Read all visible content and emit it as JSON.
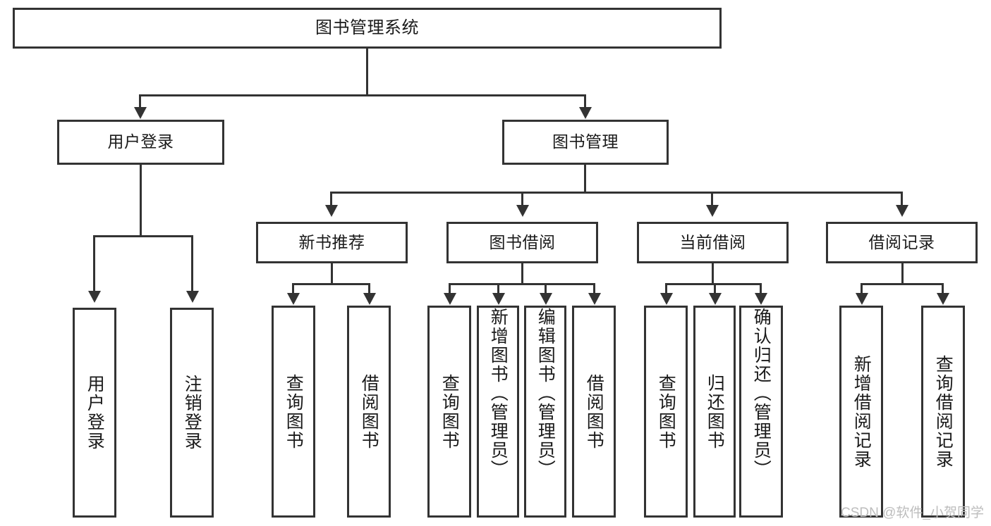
{
  "diagram": {
    "type": "tree-hierarchy",
    "title": "图书管理系统",
    "orientation": "top-down",
    "levels": 4,
    "root": {
      "label": "图书管理系统"
    },
    "level1": [
      {
        "label": "用户登录"
      },
      {
        "label": "图书管理"
      }
    ],
    "level2": [
      {
        "label": "新书推荐"
      },
      {
        "label": "图书借阅"
      },
      {
        "label": "当前借阅"
      },
      {
        "label": "借阅记录"
      }
    ],
    "leaves": {
      "user_login": [
        {
          "label": "用户登录"
        },
        {
          "label": "注销登录"
        }
      ],
      "new_book_recommend": [
        {
          "label": "查询图书"
        },
        {
          "label": "借阅图书"
        }
      ],
      "book_borrow": [
        {
          "label": "查询图书"
        },
        {
          "label": "新增图书（管理员）"
        },
        {
          "label": "编辑图书（管理员）"
        },
        {
          "label": "借阅图书"
        }
      ],
      "current_borrow": [
        {
          "label": "查询图书"
        },
        {
          "label": "归还图书"
        },
        {
          "label": "确认归还（管理员）"
        }
      ],
      "borrow_record": [
        {
          "label": "新增借阅记录"
        },
        {
          "label": "查询借阅记录"
        }
      ]
    }
  },
  "watermark": {
    "text": "CSDN @软件_小贺同学"
  },
  "colors": {
    "stroke": "#333333",
    "text": "#1a1a1a",
    "background": "#ffffff",
    "watermark": "#bdbdbd"
  }
}
